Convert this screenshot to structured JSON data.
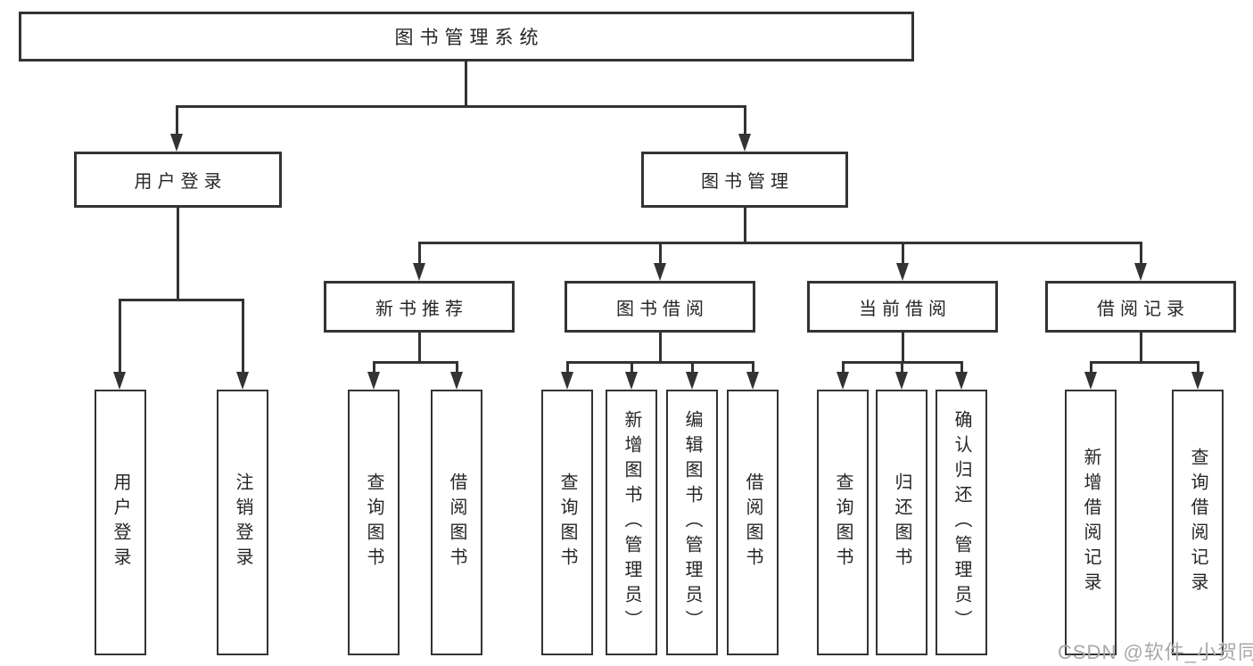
{
  "diagram": {
    "tree": {
      "label": "图书管理系统",
      "children": [
        {
          "label": "用户登录",
          "children": [
            {
              "label": "用户登录"
            },
            {
              "label": "注销登录"
            }
          ]
        },
        {
          "label": "图书管理",
          "children": [
            {
              "label": "新书推荐",
              "children": [
                {
                  "label": "查询图书"
                },
                {
                  "label": "借阅图书"
                }
              ]
            },
            {
              "label": "图书借阅",
              "children": [
                {
                  "label": "查询图书"
                },
                {
                  "label": "新增图书（管理员）"
                },
                {
                  "label": "编辑图书（管理员）"
                },
                {
                  "label": "借阅图书"
                }
              ]
            },
            {
              "label": "当前借阅",
              "children": [
                {
                  "label": "查询图书"
                },
                {
                  "label": "归还图书"
                },
                {
                  "label": "确认归还（管理员）"
                }
              ]
            },
            {
              "label": "借阅记录",
              "children": [
                {
                  "label": "新增借阅记录"
                },
                {
                  "label": "查询借阅记录"
                }
              ]
            }
          ]
        }
      ]
    },
    "watermark": "CSDN @软件_小贺同学",
    "colors": {
      "line": "#333333",
      "text": "#262626",
      "box_background": "#ffffff",
      "watermark": "#a8a8a8"
    }
  }
}
